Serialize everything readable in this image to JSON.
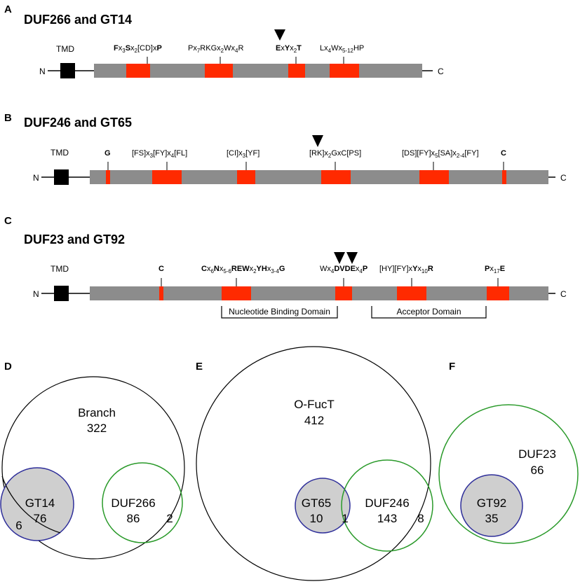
{
  "panels": {
    "a": {
      "letter": "A",
      "title": "DUF266 and GT14",
      "tmd": "TMD",
      "n": "N",
      "c": "C"
    },
    "b": {
      "letter": "B",
      "title": "DUF246 and GT65",
      "tmd": "TMD",
      "n": "N",
      "c": "C"
    },
    "c": {
      "letter": "C",
      "title": "DUF23 and GT92",
      "tmd": "TMD",
      "n": "N",
      "c": "C",
      "domain1": "Nucleotide Binding Domain",
      "domain2": "Acceptor Domain"
    },
    "d": {
      "letter": "D"
    },
    "e": {
      "letter": "E"
    },
    "f": {
      "letter": "F"
    }
  },
  "motifs": {
    "a1": "Fx3Sx2[CD]xP",
    "a2": "Px7RKGx2Wx4R",
    "a3": "ExYx2T",
    "a4": "Lx4Wx5-12HP",
    "b1": "G",
    "b2": "[FS]x3[FY]x4[FL]",
    "b3": "[CI]x3[YF]",
    "b4": "[RK]x2GxC[PS]",
    "b5": "[DS][FY]x5[SA]x2-4[FY]",
    "b6": "C",
    "c1": "C",
    "c2": "Cx6Nx5-6REWx2YHx3-4G",
    "c3": "Wx4DVDEx4P",
    "c4": "[HY][FY]xYx10R",
    "c5": "Px17E"
  },
  "venn": {
    "d": {
      "big_name": "Branch",
      "big_count": "322",
      "blue_name": "GT14",
      "blue_count": "76",
      "blue_only": "6",
      "green_name": "DUF266",
      "green_count": "86",
      "green_only": "2"
    },
    "e": {
      "big_name": "O-FucT",
      "big_count": "412",
      "blue_name": "GT65",
      "blue_count": "10",
      "overlap": "1",
      "green_name": "DUF246",
      "green_count": "143",
      "green_only": "8"
    },
    "f": {
      "green_name": "DUF23",
      "green_count": "66",
      "blue_name": "GT92",
      "blue_count": "35"
    }
  },
  "colors": {
    "motif": "#ff2a00",
    "backbone": "#8c8c8c",
    "tmd": "#000000",
    "blue_circle": "#2e2e9a",
    "green_circle": "#2a9a2a",
    "gray_fill": "#cfcfcf"
  }
}
